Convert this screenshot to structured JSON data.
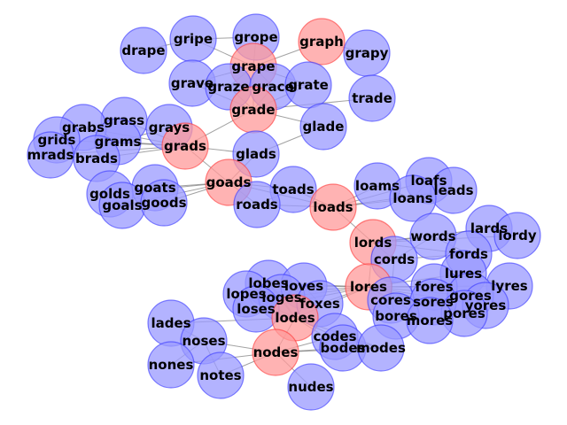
{
  "graph": {
    "colors": {
      "path_fill": "#ff9999",
      "path_stroke": "#ff3333",
      "other_fill": "#9999ff",
      "other_stroke": "#3333ff",
      "edge": "#555555"
    },
    "nodes": [
      {
        "label": "drape",
        "group": "other"
      },
      {
        "label": "gripe",
        "group": "other"
      },
      {
        "label": "grope",
        "group": "other"
      },
      {
        "label": "graph",
        "group": "path"
      },
      {
        "label": "grapy",
        "group": "other"
      },
      {
        "label": "grape",
        "group": "path"
      },
      {
        "label": "grave",
        "group": "other"
      },
      {
        "label": "graze",
        "group": "other"
      },
      {
        "label": "grace",
        "group": "other"
      },
      {
        "label": "grate",
        "group": "other"
      },
      {
        "label": "trade",
        "group": "other"
      },
      {
        "label": "grade",
        "group": "path"
      },
      {
        "label": "glade",
        "group": "other"
      },
      {
        "label": "grass",
        "group": "other"
      },
      {
        "label": "grabs",
        "group": "other"
      },
      {
        "label": "grays",
        "group": "other"
      },
      {
        "label": "grids",
        "group": "other"
      },
      {
        "label": "grams",
        "group": "other"
      },
      {
        "label": "grads",
        "group": "path"
      },
      {
        "label": "mrads",
        "group": "other"
      },
      {
        "label": "brads",
        "group": "other"
      },
      {
        "label": "glads",
        "group": "other"
      },
      {
        "label": "goads",
        "group": "path"
      },
      {
        "label": "goats",
        "group": "other"
      },
      {
        "label": "golds",
        "group": "other"
      },
      {
        "label": "goals",
        "group": "other"
      },
      {
        "label": "goods",
        "group": "other"
      },
      {
        "label": "toads",
        "group": "other"
      },
      {
        "label": "roads",
        "group": "other"
      },
      {
        "label": "loads",
        "group": "path"
      },
      {
        "label": "loams",
        "group": "other"
      },
      {
        "label": "loafs",
        "group": "other"
      },
      {
        "label": "leads",
        "group": "other"
      },
      {
        "label": "loans",
        "group": "other"
      },
      {
        "label": "lards",
        "group": "other"
      },
      {
        "label": "words",
        "group": "other"
      },
      {
        "label": "lordy",
        "group": "other"
      },
      {
        "label": "lords",
        "group": "path"
      },
      {
        "label": "fords",
        "group": "other"
      },
      {
        "label": "cords",
        "group": "other"
      },
      {
        "label": "lures",
        "group": "other"
      },
      {
        "label": "lyres",
        "group": "other"
      },
      {
        "label": "lobes",
        "group": "other"
      },
      {
        "label": "loves",
        "group": "other"
      },
      {
        "label": "lopes",
        "group": "other"
      },
      {
        "label": "loges",
        "group": "other"
      },
      {
        "label": "lores",
        "group": "path"
      },
      {
        "label": "fores",
        "group": "other"
      },
      {
        "label": "gores",
        "group": "other"
      },
      {
        "label": "cores",
        "group": "other"
      },
      {
        "label": "sores",
        "group": "other"
      },
      {
        "label": "yores",
        "group": "other"
      },
      {
        "label": "loses",
        "group": "other"
      },
      {
        "label": "foxes",
        "group": "other"
      },
      {
        "label": "pores",
        "group": "other"
      },
      {
        "label": "lodes",
        "group": "path"
      },
      {
        "label": "bores",
        "group": "other"
      },
      {
        "label": "mores",
        "group": "other"
      },
      {
        "label": "lades",
        "group": "other"
      },
      {
        "label": "noses",
        "group": "other"
      },
      {
        "label": "codes",
        "group": "other"
      },
      {
        "label": "bodes",
        "group": "other"
      },
      {
        "label": "modes",
        "group": "other"
      },
      {
        "label": "nodes",
        "group": "path"
      },
      {
        "label": "nones",
        "group": "other"
      },
      {
        "label": "notes",
        "group": "other"
      },
      {
        "label": "nudes",
        "group": "other"
      }
    ],
    "edges": [
      [
        "graph",
        "grape"
      ],
      [
        "graph",
        "grapy"
      ],
      [
        "grape",
        "gripe"
      ],
      [
        "grape",
        "grope"
      ],
      [
        "grape",
        "grave"
      ],
      [
        "grape",
        "graze"
      ],
      [
        "grape",
        "grace"
      ],
      [
        "grape",
        "grate"
      ],
      [
        "grape",
        "grade"
      ],
      [
        "gripe",
        "grope"
      ],
      [
        "gripe",
        "drape"
      ],
      [
        "grave",
        "graze"
      ],
      [
        "grave",
        "grace"
      ],
      [
        "graze",
        "grace"
      ],
      [
        "grace",
        "grate"
      ],
      [
        "grade",
        "graze"
      ],
      [
        "grade",
        "grave"
      ],
      [
        "grade",
        "grace"
      ],
      [
        "grade",
        "grate"
      ],
      [
        "grade",
        "trade"
      ],
      [
        "grade",
        "glade"
      ],
      [
        "grade",
        "grads"
      ],
      [
        "glade",
        "glads"
      ],
      [
        "grads",
        "grass"
      ],
      [
        "grads",
        "grabs"
      ],
      [
        "grads",
        "grays"
      ],
      [
        "grads",
        "grids"
      ],
      [
        "grads",
        "grams"
      ],
      [
        "grads",
        "brads"
      ],
      [
        "grads",
        "mrads"
      ],
      [
        "grads",
        "goads"
      ],
      [
        "grads",
        "glads"
      ],
      [
        "grabs",
        "grams"
      ],
      [
        "grabs",
        "grass"
      ],
      [
        "grams",
        "grays"
      ],
      [
        "grids",
        "grabs"
      ],
      [
        "brads",
        "mrads"
      ],
      [
        "goads",
        "goats"
      ],
      [
        "goads",
        "golds"
      ],
      [
        "goads",
        "goals"
      ],
      [
        "goads",
        "goods"
      ],
      [
        "goads",
        "toads"
      ],
      [
        "goads",
        "roads"
      ],
      [
        "goads",
        "loads"
      ],
      [
        "goads",
        "glads"
      ],
      [
        "goats",
        "goals"
      ],
      [
        "golds",
        "goods"
      ],
      [
        "toads",
        "roads"
      ],
      [
        "toads",
        "loads"
      ],
      [
        "roads",
        "loads"
      ],
      [
        "loads",
        "loams"
      ],
      [
        "loads",
        "loafs"
      ],
      [
        "loads",
        "leads"
      ],
      [
        "loads",
        "loans"
      ],
      [
        "loads",
        "lords"
      ],
      [
        "loams",
        "loans"
      ],
      [
        "loafs",
        "loans"
      ],
      [
        "loafs",
        "leads"
      ],
      [
        "lords",
        "lards"
      ],
      [
        "lords",
        "words"
      ],
      [
        "lords",
        "lordy"
      ],
      [
        "lords",
        "fords"
      ],
      [
        "lords",
        "cords"
      ],
      [
        "lords",
        "lores"
      ],
      [
        "words",
        "cords"
      ],
      [
        "fords",
        "cords"
      ],
      [
        "fords",
        "words"
      ],
      [
        "cords",
        "cores"
      ],
      [
        "lores",
        "lures"
      ],
      [
        "lores",
        "lyres"
      ],
      [
        "lores",
        "lobes"
      ],
      [
        "lores",
        "loves"
      ],
      [
        "lores",
        "lopes"
      ],
      [
        "lores",
        "loges"
      ],
      [
        "lores",
        "fores"
      ],
      [
        "lores",
        "gores"
      ],
      [
        "lores",
        "cores"
      ],
      [
        "lores",
        "sores"
      ],
      [
        "lores",
        "yores"
      ],
      [
        "lores",
        "loses"
      ],
      [
        "lores",
        "pores"
      ],
      [
        "lores",
        "lodes"
      ],
      [
        "lores",
        "bores"
      ],
      [
        "lores",
        "mores"
      ],
      [
        "lores",
        "foxes"
      ],
      [
        "lobes",
        "loves"
      ],
      [
        "lobes",
        "lopes"
      ],
      [
        "lobes",
        "loges"
      ],
      [
        "lopes",
        "loses"
      ],
      [
        "loves",
        "loses"
      ],
      [
        "loves",
        "foxes"
      ],
      [
        "fores",
        "gores"
      ],
      [
        "gores",
        "sores"
      ],
      [
        "sores",
        "pores"
      ],
      [
        "cores",
        "bores"
      ],
      [
        "bores",
        "mores"
      ],
      [
        "pores",
        "yores"
      ],
      [
        "lures",
        "lyres"
      ],
      [
        "lodes",
        "lades"
      ],
      [
        "lodes",
        "nodes"
      ],
      [
        "lodes",
        "codes"
      ],
      [
        "lodes",
        "bodes"
      ],
      [
        "lodes",
        "modes"
      ],
      [
        "lodes",
        "lobes"
      ],
      [
        "lodes",
        "loges"
      ],
      [
        "lodes",
        "loses"
      ],
      [
        "lodes",
        "lopes"
      ],
      [
        "nodes",
        "noses"
      ],
      [
        "nodes",
        "nones"
      ],
      [
        "nodes",
        "notes"
      ],
      [
        "nodes",
        "nudes"
      ],
      [
        "nodes",
        "codes"
      ],
      [
        "nodes",
        "bodes"
      ],
      [
        "nodes",
        "modes"
      ],
      [
        "noses",
        "nones"
      ],
      [
        "noses",
        "notes"
      ],
      [
        "noses",
        "lades"
      ],
      [
        "codes",
        "bodes"
      ],
      [
        "bodes",
        "modes"
      ],
      [
        "codes",
        "modes"
      ]
    ]
  }
}
